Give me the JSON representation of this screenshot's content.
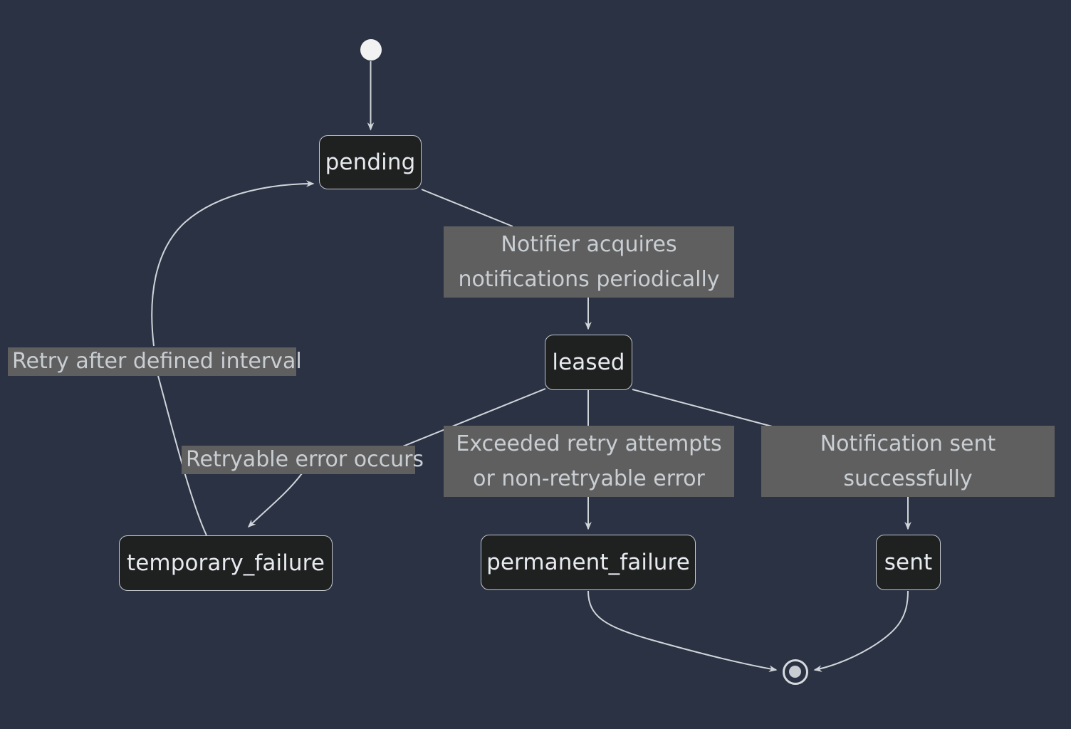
{
  "diagram": {
    "type": "state-machine",
    "title": "Notification delivery state machine",
    "theme": {
      "background": "#2b3243",
      "node_fill": "#1f2020",
      "node_border": "#c3c9ce",
      "node_text": "#e6eaee",
      "label_fill": "#5f5f5f",
      "label_text": "#c9ced3",
      "edge_stroke": "#d0d5da",
      "start_fill": "#f2f2f2",
      "end_ring": "#d6dade"
    },
    "states": [
      {
        "id": "start",
        "kind": "initial",
        "label": ""
      },
      {
        "id": "pending",
        "kind": "state",
        "label": "pending"
      },
      {
        "id": "leased",
        "kind": "state",
        "label": "leased"
      },
      {
        "id": "temporary_failure",
        "kind": "state",
        "label": "temporary_failure"
      },
      {
        "id": "permanent_failure",
        "kind": "state",
        "label": "permanent_failure"
      },
      {
        "id": "sent",
        "kind": "state",
        "label": "sent"
      },
      {
        "id": "end",
        "kind": "final",
        "label": ""
      }
    ],
    "transitions": [
      {
        "from": "start",
        "to": "pending",
        "label": ""
      },
      {
        "from": "pending",
        "to": "leased",
        "label": "Notifier acquires\nnotifications periodically"
      },
      {
        "from": "leased",
        "to": "temporary_failure",
        "label": "Retryable error occurs"
      },
      {
        "from": "leased",
        "to": "permanent_failure",
        "label": "Exceeded retry attempts\nor non-retryable error"
      },
      {
        "from": "leased",
        "to": "sent",
        "label": "Notification sent\nsuccessfully"
      },
      {
        "from": "temporary_failure",
        "to": "pending",
        "label": "Retry after defined interval"
      },
      {
        "from": "permanent_failure",
        "to": "end",
        "label": ""
      },
      {
        "from": "sent",
        "to": "end",
        "label": ""
      }
    ],
    "labels": {
      "notifier_acquires_line1": "Notifier acquires",
      "notifier_acquires_line2": "notifications periodically",
      "retry_after_interval": "Retry after defined interval",
      "retryable_error": "Retryable error occurs",
      "exceeded_retry_line1": "Exceeded retry attempts",
      "exceeded_retry_line2": "or non-retryable error",
      "notification_sent_line1": "Notification sent",
      "notification_sent_line2": "successfully"
    }
  }
}
